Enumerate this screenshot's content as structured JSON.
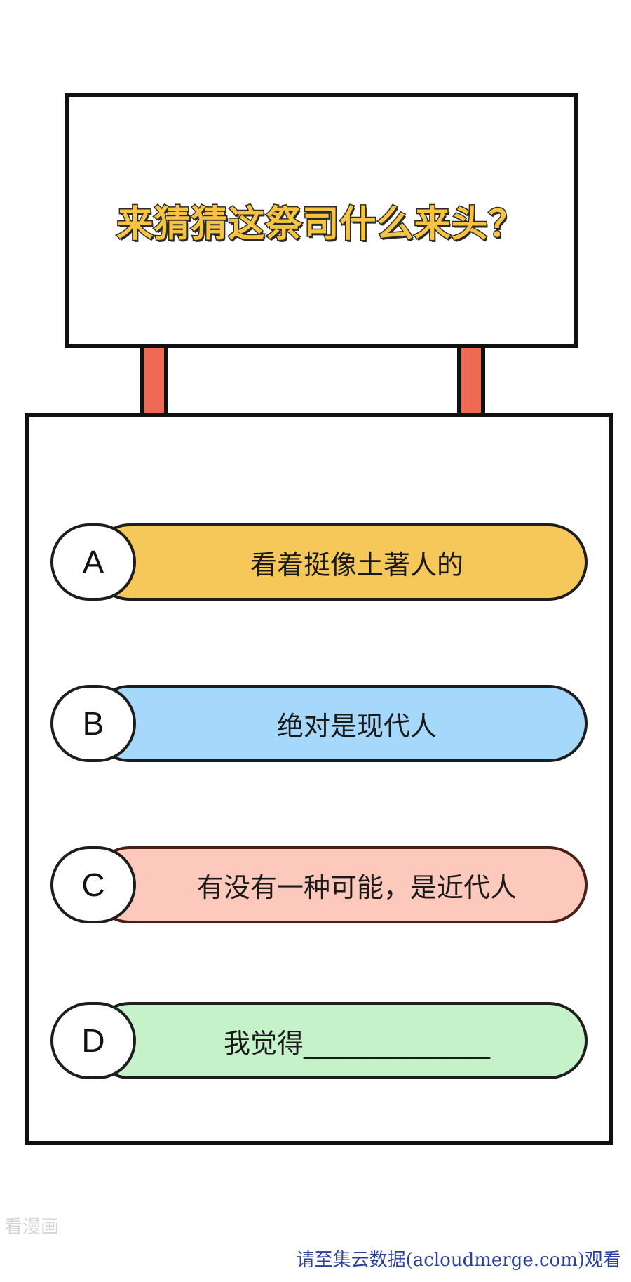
{
  "sign": {
    "question": "来猜猜这祭司什么来头？"
  },
  "options": [
    {
      "letter": "A",
      "text": "看着挺像土著人的",
      "color": "#f6c85a"
    },
    {
      "letter": "B",
      "text": "绝对是现代人",
      "color": "#a6d8fb"
    },
    {
      "letter": "C",
      "text": "有没有一种可能，是近代人",
      "color": "#fdc9bd"
    },
    {
      "letter": "D",
      "text": "我觉得______________",
      "color": "#c6f2c9"
    }
  ],
  "watermarks": {
    "top": "看漫画",
    "bottom": "请至集云数据(acloudmerge.com)观看"
  },
  "colors": {
    "post": "#ee6a55",
    "question_fill": "#f6c343",
    "outline": "#111111"
  }
}
